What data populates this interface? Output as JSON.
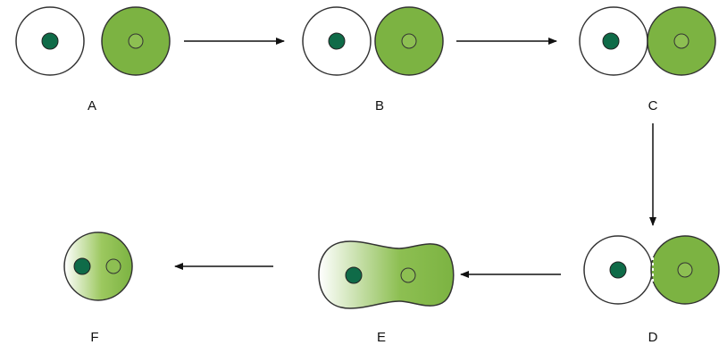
{
  "steps": [
    {
      "label": "A"
    },
    {
      "label": "B"
    },
    {
      "label": "C"
    },
    {
      "label": "D"
    },
    {
      "label": "E"
    },
    {
      "label": "F"
    }
  ],
  "colors": {
    "green_cell": "#7cb342",
    "dark_nucleus": "#0f6b48",
    "outline": "#333333",
    "arrow": "#111111",
    "white_cell": "#ffffff"
  }
}
